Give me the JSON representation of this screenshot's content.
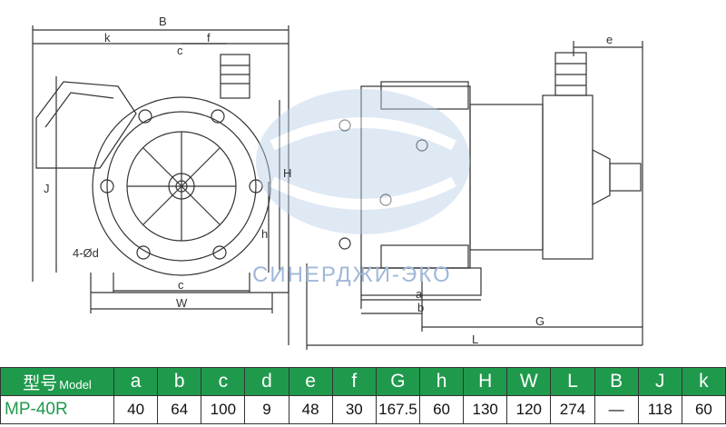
{
  "watermark": "СИНЕРДЖИ-ЭКО",
  "dimension_labels": {
    "B": "B",
    "k": "k",
    "f": "f",
    "e": "e",
    "c_top": "c",
    "J": "J",
    "H": "H",
    "h": "h",
    "hole": "4-Ød",
    "c_bottom": "c",
    "W": "W",
    "a": "a",
    "b": "b",
    "G": "G",
    "L": "L"
  },
  "table": {
    "model_header": "型号",
    "model_header_small": "Model",
    "columns": [
      "a",
      "b",
      "c",
      "d",
      "e",
      "f",
      "G",
      "h",
      "H",
      "W",
      "L",
      "B",
      "J",
      "k"
    ],
    "row": {
      "model": "MP-40R",
      "values": [
        "40",
        "64",
        "100",
        "9",
        "48",
        "30",
        "167.5",
        "60",
        "130",
        "120",
        "274",
        "—",
        "118",
        "60"
      ]
    }
  },
  "colors": {
    "header_bg": "#1f9a4c",
    "model_text": "#1f9a4c",
    "watermark": "#9fb8d8"
  }
}
